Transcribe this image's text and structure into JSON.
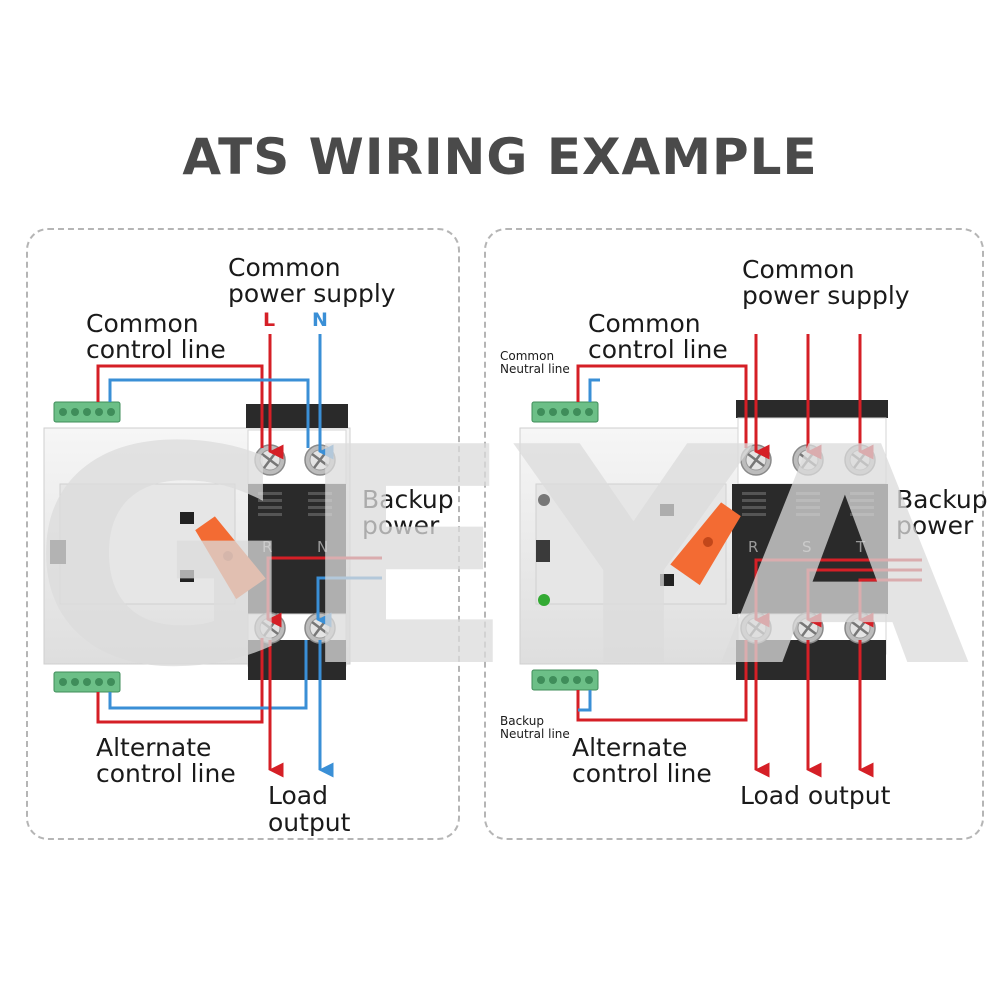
{
  "title": "ATS WIRING EXAMPLE",
  "watermark": "GEYA",
  "colors": {
    "live": "#d51f26",
    "neutral": "#3a8fd6",
    "handle": "#f36b33",
    "terminal_block": "#6cbf87",
    "device_body": "#eeeeee",
    "device_dark": "#2a2a2a"
  },
  "left": {
    "common_power_supply": [
      "Common",
      "power supply"
    ],
    "phase_l": "L",
    "phase_n": "N",
    "common_control_line": [
      "Common",
      "control line"
    ],
    "backup_power": [
      "Backup",
      "power"
    ],
    "alternate_control_line": [
      "Alternate",
      "control line"
    ],
    "load_output": [
      "Load",
      "output"
    ],
    "terminals": [
      "R",
      "N"
    ]
  },
  "right": {
    "common_power_supply": [
      "Common",
      "power supply"
    ],
    "common_control_line": [
      "Common",
      "control line"
    ],
    "common_neutral_line": [
      "Common",
      "Neutral line"
    ],
    "backup_power": [
      "Backup",
      "power"
    ],
    "backup_neutral_line": [
      "Backup",
      "Neutral line"
    ],
    "alternate_control_line": [
      "Alternate",
      "control line"
    ],
    "load_output": "Load output",
    "terminals": [
      "R",
      "S",
      "T"
    ]
  }
}
